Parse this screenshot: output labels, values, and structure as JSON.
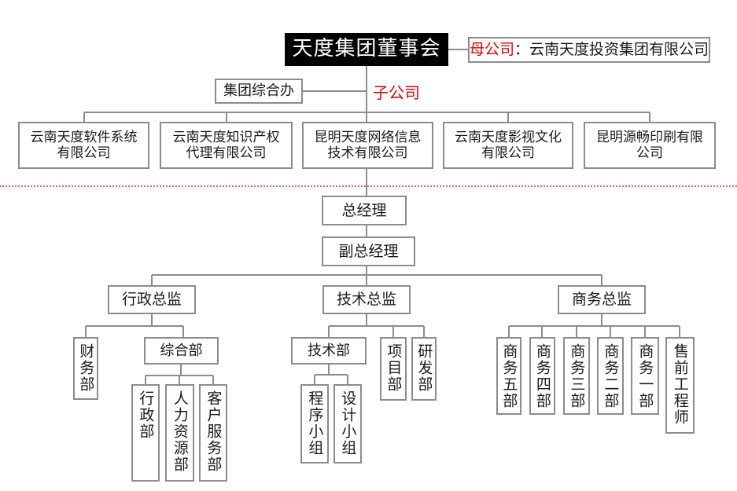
{
  "colors": {
    "box_border_gray": "#8c8c8c",
    "connector_gray": "#8c8c8c",
    "board_box_black": "#000000",
    "accent_red": "#e60000",
    "divider_dotted_red": "#f2635e"
  },
  "root": {
    "board_label": "天度集团董事会"
  },
  "parent_company": {
    "prefix": "母公司",
    "rest": "：云南天度投资集团有限公司"
  },
  "group_office": {
    "label": "集团综合办"
  },
  "subsidiary_label": "子公司",
  "companies": [
    {
      "lines": [
        "云南天度软件系统",
        "有限公司"
      ]
    },
    {
      "lines": [
        "云南天度知识产权",
        "代理有限公司"
      ]
    },
    {
      "lines": [
        "昆明天度网络信息",
        "技术有限公司"
      ]
    },
    {
      "lines": [
        "云南天度影视文化",
        "有限公司"
      ]
    },
    {
      "lines": [
        "昆明源畅印刷有限",
        "公司"
      ]
    }
  ],
  "management": {
    "general_manager": "总经理",
    "deputy_general_manager": "副总经理"
  },
  "directors": {
    "admin": "行政总监",
    "tech": "技术总监",
    "business": "商务总监"
  },
  "admin_branch": {
    "finance": "财务部",
    "general_affairs": "综合部",
    "sub_departments": [
      "行政部",
      "人力资源部",
      "客户服务部"
    ]
  },
  "tech_branch": {
    "tech_dept": "技术部",
    "project_dept": "项目部",
    "rnd_dept": "研发部",
    "teams": [
      "程序小组",
      "设计小组"
    ]
  },
  "business_branch": {
    "departments": [
      "商务五部",
      "商务四部",
      "商务三部",
      "商务二部",
      "商务一部",
      "售前工程师"
    ]
  }
}
